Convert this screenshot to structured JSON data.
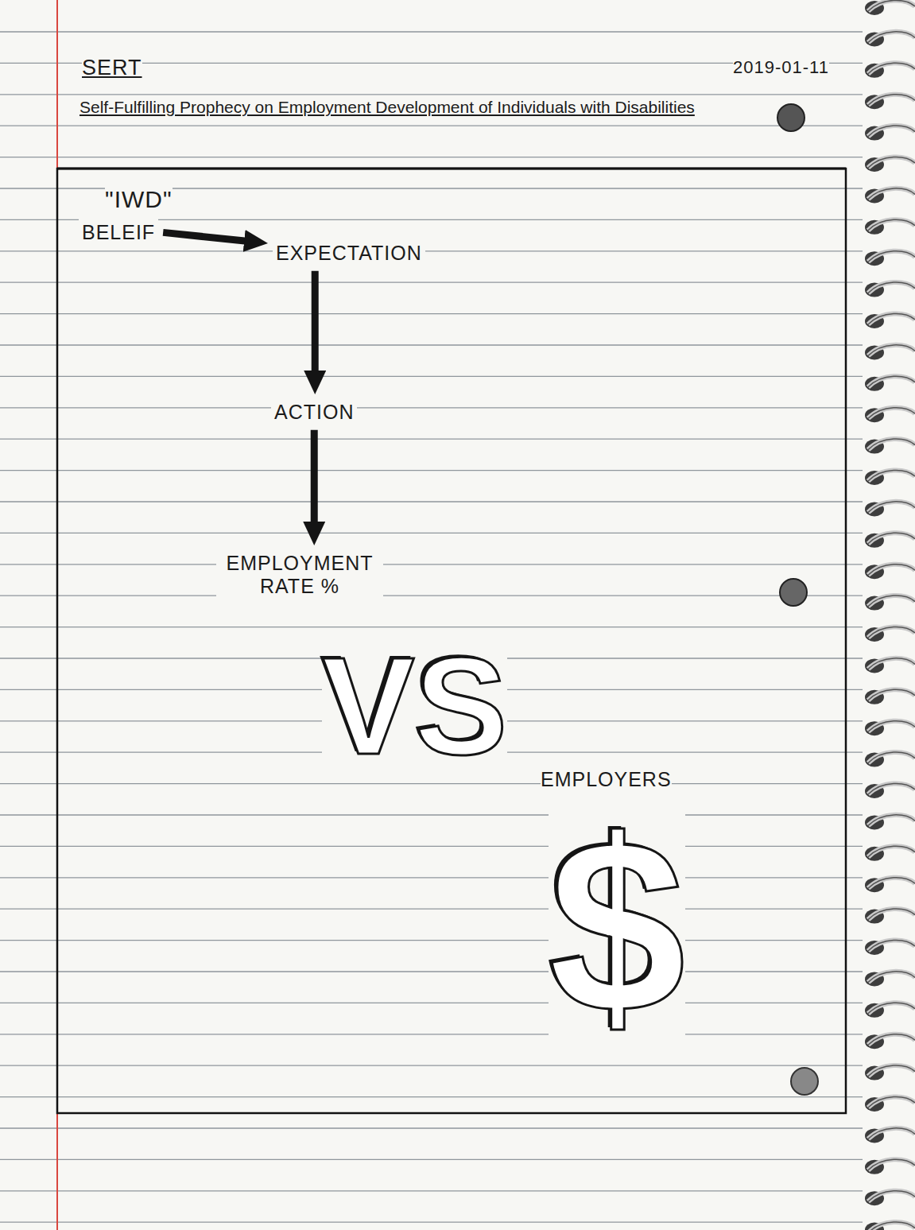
{
  "diagram": {
    "title": "Self-Fulfilling Prophecy on Employment Development of Individuals with Disabilities",
    "nodes": [
      {
        "text": [
          "BELEIF"
        ]
      },
      {
        "text": [
          "EXPECTATION"
        ]
      },
      {
        "text": [
          "ACTION"
        ]
      },
      {
        "text": [
          "EMPLOYMENT RATE %"
        ]
      }
    ],
    "edges": [
      {
        "from": 0,
        "to": 1,
        "arrow": "to"
      },
      {
        "from": 1,
        "to": 2,
        "arrow": "to"
      },
      {
        "from": 2,
        "to": 3,
        "arrow": "to"
      }
    ],
    "labels": [
      "SERT",
      "2019-01-11",
      "\"IWD\"",
      "VS",
      "EMPLOYERS",
      "$"
    ]
  }
}
